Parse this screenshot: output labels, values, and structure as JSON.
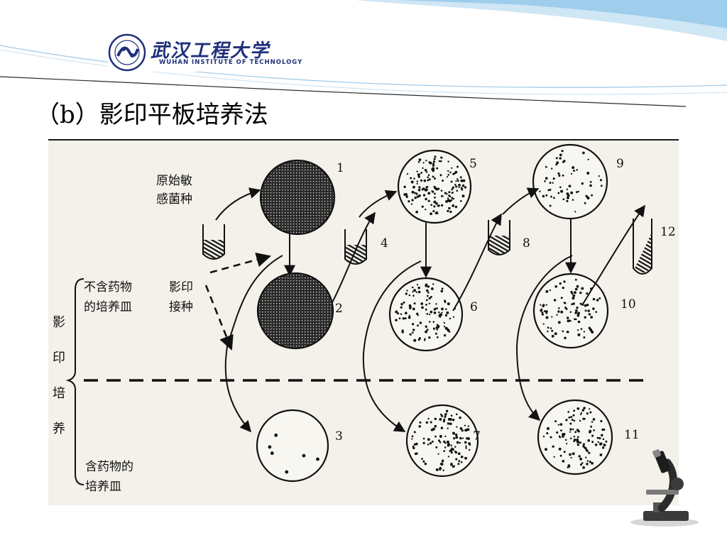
{
  "slide": {
    "title": "（b）影印平板培养法",
    "logo": {
      "name_cn": "武汉工程大学",
      "name_en": "WUHAN INSTITUTE OF TECHNOLOGY"
    }
  },
  "figure": {
    "labels": {
      "original_strain": [
        "原始敏",
        "感菌种"
      ],
      "drug_free_dish": [
        "不含药物",
        "的培养皿"
      ],
      "replica_inoculation": [
        "影印",
        "接种"
      ],
      "drug_dish": [
        "含药物的",
        "培养皿"
      ],
      "side_bracket": [
        "影",
        "印",
        "培",
        "养"
      ]
    },
    "plate_numbers": [
      "1",
      "2",
      "3",
      "5",
      "6",
      "7",
      "9",
      "10",
      "11"
    ],
    "tube_numbers": [
      "4",
      "8",
      "12"
    ]
  },
  "colors": {
    "title_text": "#000000",
    "logo_blue": "#1f2f7a",
    "banner_blue": "#8fc3e6",
    "figure_background": "#f3f1ea",
    "ink": "#111111"
  }
}
